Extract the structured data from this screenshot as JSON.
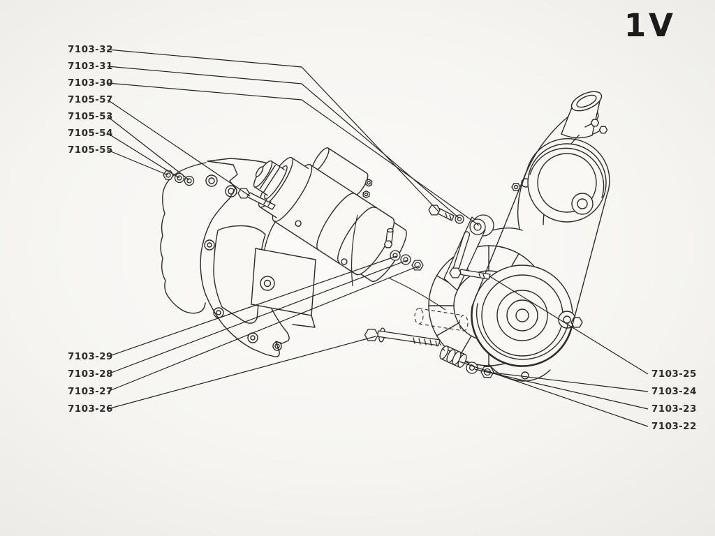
{
  "figure": {
    "ref_label": "1V"
  },
  "callouts": {
    "left_top": [
      {
        "text": "7103-32"
      },
      {
        "text": "7103-31"
      },
      {
        "text": "7103-30"
      },
      {
        "text": "7105-57"
      },
      {
        "text": "7105-53"
      },
      {
        "text": "7105-54"
      },
      {
        "text": "7105-55"
      }
    ],
    "left_bottom": [
      {
        "text": "7103-29"
      },
      {
        "text": "7103-28"
      },
      {
        "text": "7103-27"
      },
      {
        "text": "7103-26"
      }
    ],
    "right_bottom": [
      {
        "text": "7103-25"
      },
      {
        "text": "7103-24"
      },
      {
        "text": "7103-23"
      },
      {
        "text": "7103-22"
      }
    ]
  },
  "colors": {
    "ink": "#2b2b2b",
    "paper": "#f6f5f2"
  }
}
